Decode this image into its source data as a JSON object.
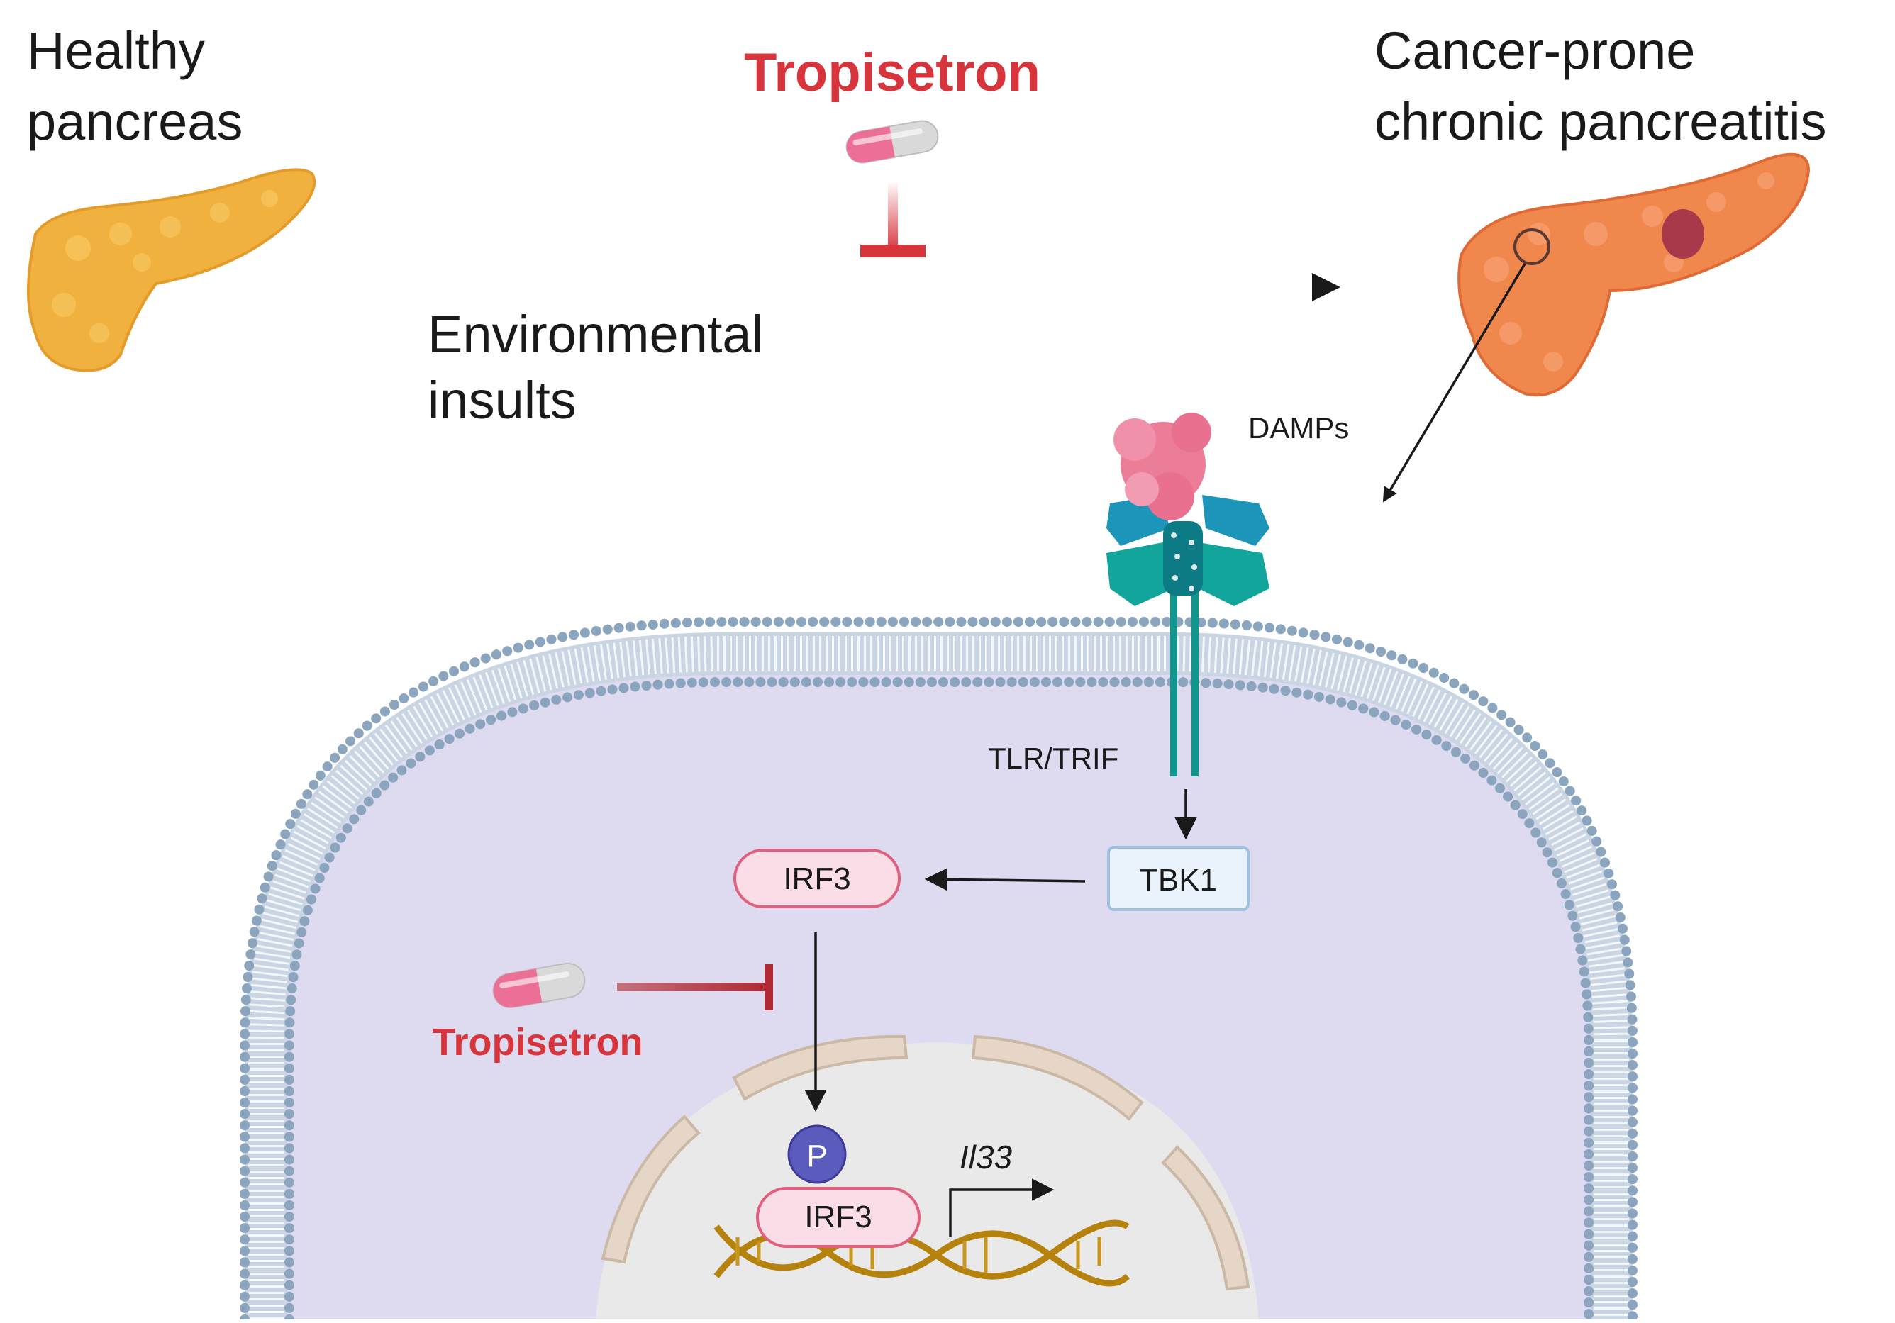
{
  "labels": {
    "healthy_pancreas": [
      "Healthy",
      "pancreas"
    ],
    "tropisetron_top": "Tropisetron",
    "cancer_prone": [
      "Cancer-prone",
      "chronic pancreatitis"
    ],
    "environmental_insults": [
      "Environmental",
      "insults"
    ],
    "damps": "DAMPs",
    "tlr_trif": "TLR/TRIF",
    "tbk1": "TBK1",
    "irf3_cytoplasm": "IRF3",
    "tropisetron_cell": "Tropisetron",
    "phospho": "P",
    "irf3_nucleus": "IRF3",
    "gene": "Il33"
  },
  "colors": {
    "inhibitor_red": "#d8343c",
    "cytoplasm": "#dedaf0",
    "membrane_heads": "#8aa5bd",
    "nucleus": "#e9e9e9",
    "irf3_fill": "#fbdde8",
    "irf3_stroke": "#e0607e",
    "tbk1_fill": "#eaf3fc",
    "tbk1_stroke": "#9ec0e2",
    "phospho_fill": "#5b5bbd",
    "dna_strand": "#b5820d",
    "healthy_pancreas": "#f1b13e",
    "inflamed_pancreas": "#f0874d",
    "damp_pink": "#ec7d99",
    "receptor_blue": "#1d95b8",
    "receptor_teal": "#12a59b"
  },
  "icons": [
    "healthy-pancreas-icon",
    "inflamed-pancreas-icon",
    "pill-icon",
    "receptor-icon",
    "dna-icon"
  ]
}
